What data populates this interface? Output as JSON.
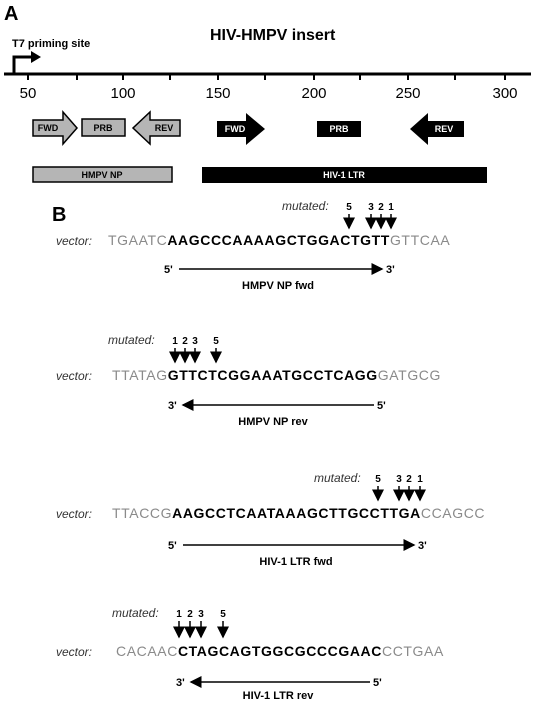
{
  "panel_a": {
    "letter": "A",
    "title": "HIV-HMPV insert",
    "t7_label": "T7 priming site",
    "axis_ticks": [
      "50",
      "100",
      "150",
      "200",
      "250",
      "300"
    ],
    "gray_primers": {
      "fwd": "FWD",
      "prb": "PRB",
      "rev": "REV",
      "region": "HMPV NP"
    },
    "black_primers": {
      "fwd": "FWD",
      "prb": "PRB",
      "rev": "REV",
      "region": "HIV-1 LTR"
    }
  },
  "panel_b": {
    "letter": "B",
    "blocks": [
      {
        "mutated_label": "mutated:",
        "vector_label": "vector:",
        "seq_pre": "TGAATC",
        "seq_bold": "AAGCCCAAAAGCTGGACTGTT",
        "seq_post": "GTTCAA",
        "positions": [
          "5",
          "3",
          "2",
          "1"
        ],
        "prime_left": "5'",
        "prime_right": "3'",
        "name": "HMPV NP fwd"
      },
      {
        "mutated_label": "mutated:",
        "vector_label": "vector:",
        "seq_pre": "TTATAG",
        "seq_bold": "GTTCTCGGAAATGCCTCAGG",
        "seq_post": "GATGCG",
        "positions": [
          "1",
          "2",
          "3",
          "5"
        ],
        "prime_left": "3'",
        "prime_right": "5'",
        "name": "HMPV NP rev"
      },
      {
        "mutated_label": "mutated:",
        "vector_label": "vector:",
        "seq_pre": "TTACCG",
        "seq_bold": "AAGCCTCAATAAAGCTTGCCTTGA",
        "seq_post": "CCAGCC",
        "positions": [
          "5",
          "3",
          "2",
          "1"
        ],
        "prime_left": "5'",
        "prime_right": "3'",
        "name": "HIV-1 LTR fwd"
      },
      {
        "mutated_label": "mutated:",
        "vector_label": "vector:",
        "seq_pre": "CACAAC",
        "seq_bold": "CTAGCAGTGGCGCCCGAAC",
        "seq_post": "CCTGAA",
        "positions": [
          "1",
          "2",
          "3",
          "5"
        ],
        "prime_left": "3'",
        "prime_right": "5'",
        "name": "HIV-1 LTR rev"
      }
    ]
  }
}
